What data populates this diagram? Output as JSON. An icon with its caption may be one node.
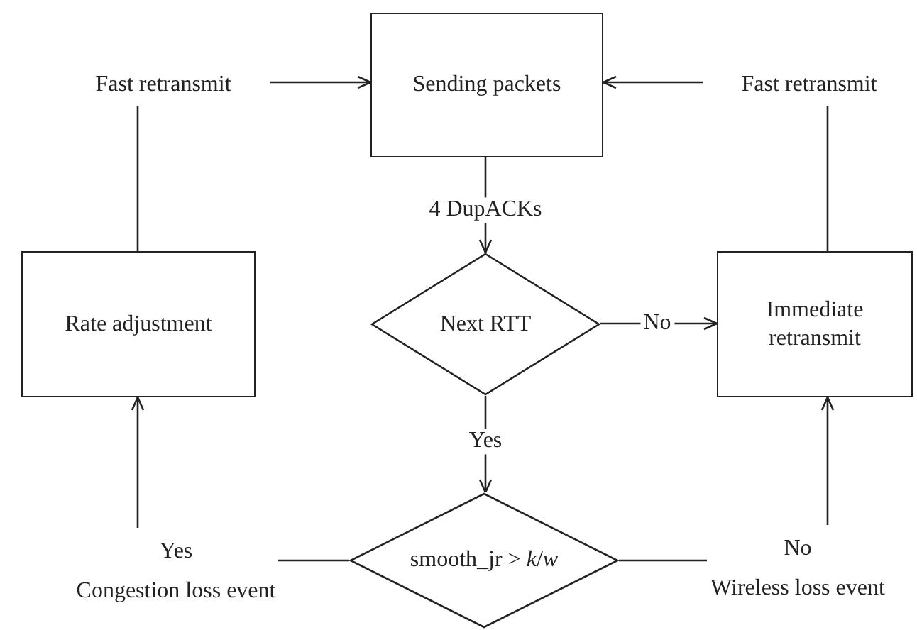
{
  "diagram": {
    "nodes": [
      {
        "text": [
          "Fast retransmit"
        ]
      },
      {
        "text": [
          "Sending packets"
        ]
      },
      {
        "text": [
          "Fast retransmit"
        ]
      },
      {
        "text": [
          "Rate adjustment"
        ]
      },
      {
        "text": [
          "Next RTT"
        ]
      },
      {
        "text": [
          "Immediate retransmit"
        ]
      },
      {
        "text": [
          "smooth_jr > *k*/*w*"
        ]
      },
      {
        "text": [
          "Yes",
          "Congestion loss event"
        ]
      },
      {
        "text": [
          "No",
          "Wireless loss event"
        ]
      }
    ],
    "edges": [
      {
        "from": 0,
        "to": 1,
        "arrow": "to"
      },
      {
        "from": 2,
        "to": 1,
        "arrow": "to"
      },
      {
        "from": 3,
        "to": 0,
        "arrow": "none"
      },
      {
        "from": 5,
        "to": 2,
        "arrow": "none"
      },
      {
        "from": 1,
        "to": 4,
        "arrow": "to",
        "label": "4 DupACKs"
      },
      {
        "from": 4,
        "to": 5,
        "arrow": "to",
        "label": "No"
      },
      {
        "from": 4,
        "to": 6,
        "arrow": "to",
        "label": "Yes"
      },
      {
        "from": 6,
        "to": 7,
        "arrow": "none"
      },
      {
        "from": 7,
        "to": 3,
        "arrow": "to"
      },
      {
        "from": 6,
        "to": 8,
        "arrow": "none"
      },
      {
        "from": 8,
        "to": 5,
        "arrow": "to"
      }
    ]
  }
}
